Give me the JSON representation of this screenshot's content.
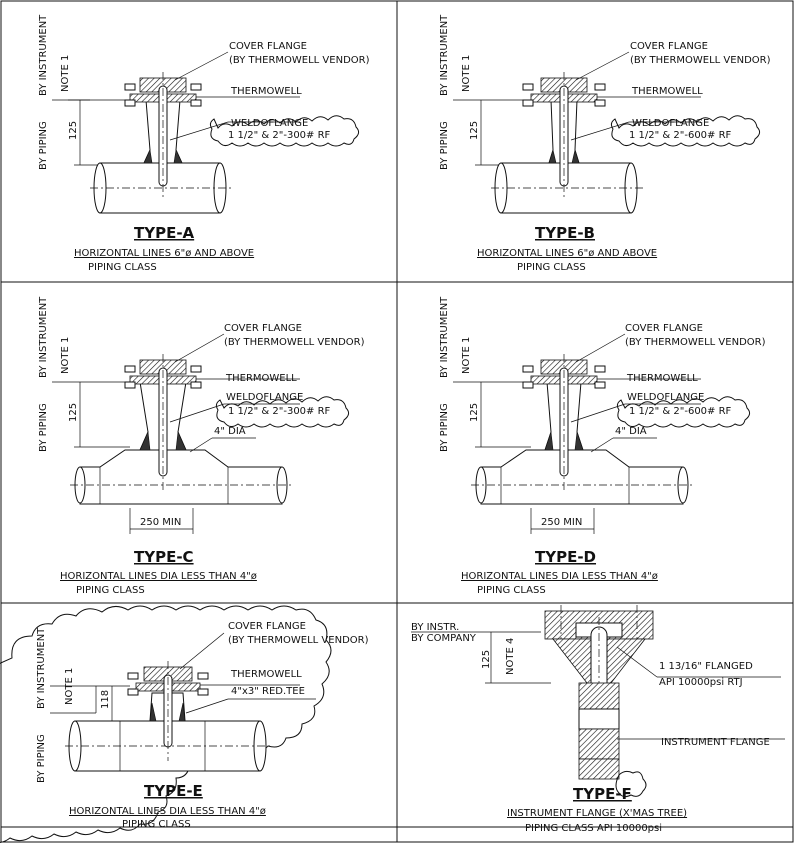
{
  "panels": [
    {
      "id": "a",
      "title": "TYPE-A",
      "side_instrument": "BY INSTRUMENT",
      "side_piping": "BY PIPING",
      "note": "NOTE 1",
      "dim": "125",
      "cover_flange": "COVER FLANGE",
      "vendor": "(BY THERMOWELL VENDOR)",
      "thermowell": "THERMOWELL",
      "weldoflange": "WELDOFLANGE",
      "rating": "1 1/2\" & 2\"-300# RF",
      "caption1": "HORIZONTAL LINES 6\"ø AND ABOVE",
      "caption2": "PIPING CLASS"
    },
    {
      "id": "b",
      "title": "TYPE-B",
      "side_instrument": "BY INSTRUMENT",
      "side_piping": "BY PIPING",
      "note": "NOTE 1",
      "dim": "125",
      "cover_flange": "COVER FLANGE",
      "vendor": "(BY THERMOWELL VENDOR)",
      "thermowell": "THERMOWELL",
      "weldoflange": "WELDOFLANGE",
      "rating": "1 1/2\" & 2\"-600# RF",
      "caption1": "HORIZONTAL LINES 6\"ø AND ABOVE",
      "caption2": "PIPING CLASS"
    },
    {
      "id": "c",
      "title": "TYPE-C",
      "side_instrument": "BY INSTRUMENT",
      "side_piping": "BY PIPING",
      "note": "NOTE 1",
      "dim": "125",
      "cover_flange": "COVER FLANGE",
      "vendor": "(BY THERMOWELL VENDOR)",
      "thermowell": "THERMOWELL",
      "weldoflange": "WELDOFLANGE",
      "rating": "1 1/2\" & 2\"-300# RF",
      "dia": "4\" DIA",
      "min": "250 MIN",
      "caption1": "HORIZONTAL LINES DIA LESS THAN 4\"ø",
      "caption2": "PIPING CLASS"
    },
    {
      "id": "d",
      "title": "TYPE-D",
      "side_instrument": "BY INSTRUMENT",
      "side_piping": "BY PIPING",
      "note": "NOTE 1",
      "dim": "125",
      "cover_flange": "COVER FLANGE",
      "vendor": "(BY THERMOWELL VENDOR)",
      "thermowell": "THERMOWELL",
      "weldoflange": "WELDOFLANGE",
      "rating": "1 1/2\" & 2\"-600# RF",
      "dia": "4\" DIA",
      "min": "250 MIN",
      "caption1": "HORIZONTAL LINES DIA LESS THAN 4\"ø",
      "caption2": "PIPING CLASS"
    },
    {
      "id": "e",
      "title": "TYPE-E",
      "side_instrument": "BY INSTRUMENT",
      "side_piping": "BY PIPING",
      "note": "NOTE 1",
      "dim": "118",
      "cover_flange": "COVER FLANGE",
      "vendor": "(BY THERMOWELL VENDOR)",
      "thermowell": "THERMOWELL",
      "tee": "4\"x3\" RED.TEE",
      "caption1": "HORIZONTAL LINES DIA LESS THAN 4\"ø",
      "caption2": "PIPING CLASS"
    },
    {
      "id": "f",
      "title": "TYPE-F",
      "by_instr": "BY INSTR.",
      "by_company": "BY COMPANY",
      "note": "NOTE 4",
      "dim": "125",
      "flanged": "1 13/16\" FLANGED",
      "api": "API 10000psi RTJ",
      "instrument_flange": "INSTRUMENT FLANGE",
      "caption1": "INSTRUMENT FLANGE (X'MAS TREE)",
      "caption2": "PIPING CLASS API 10000psi"
    }
  ]
}
